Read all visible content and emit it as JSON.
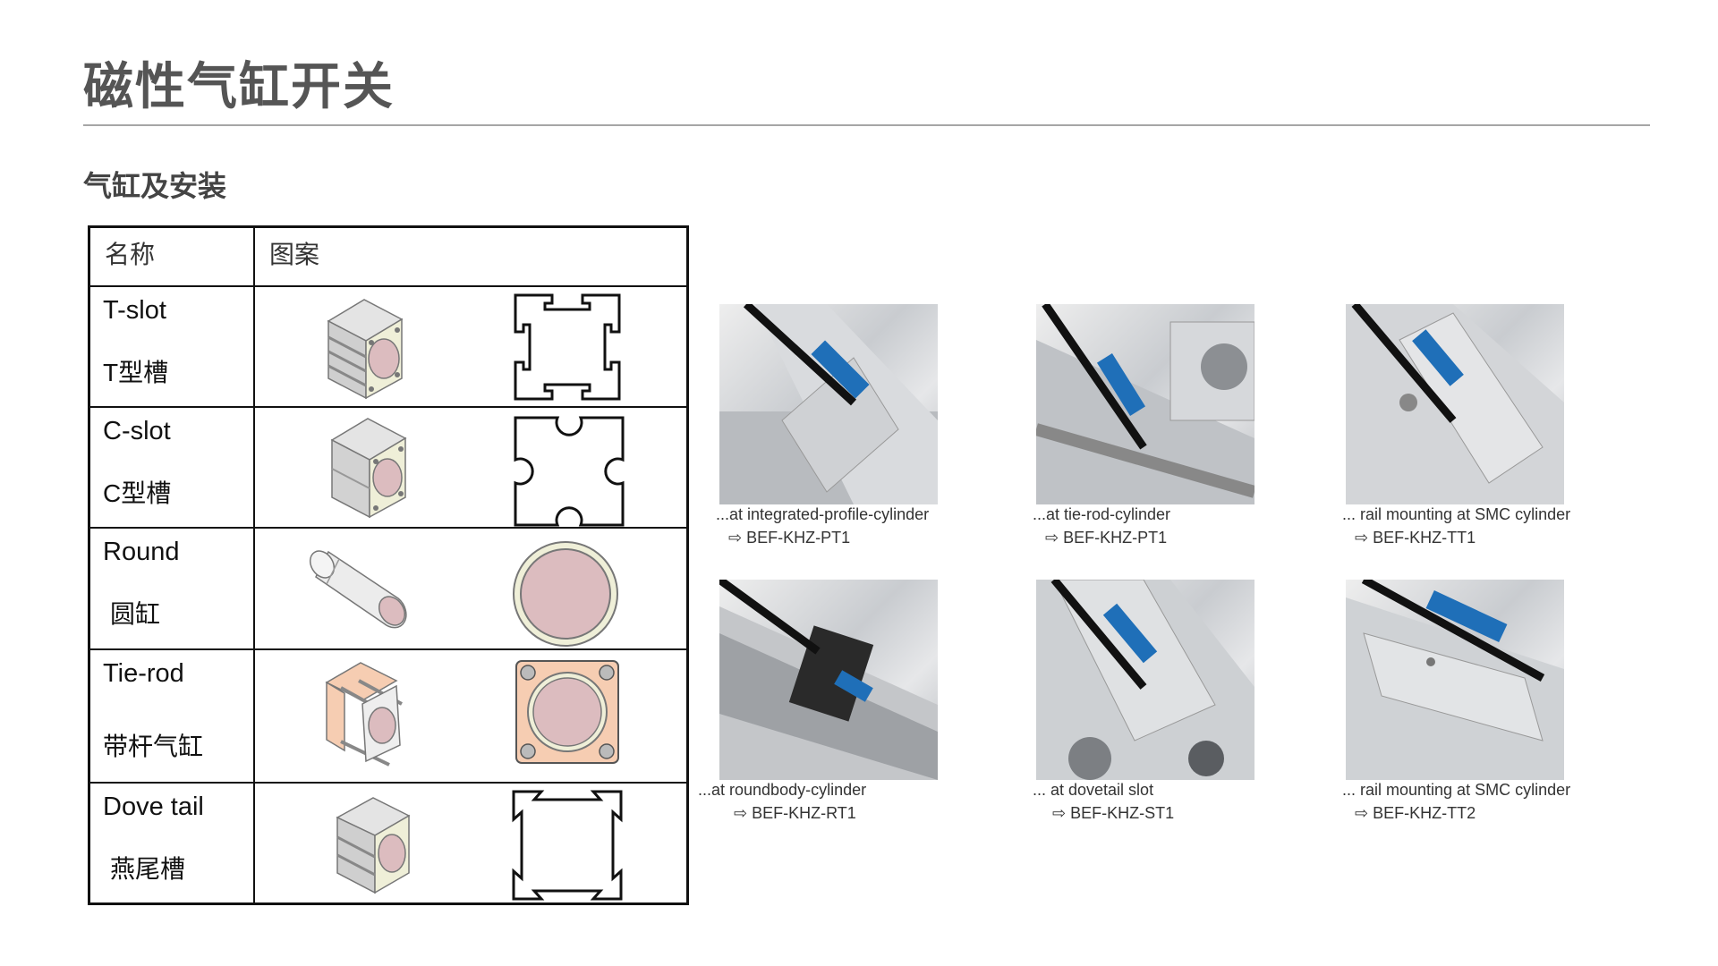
{
  "page": {
    "title": "磁性气缸开关",
    "subtitle": "气缸及安装"
  },
  "table": {
    "headers": [
      "名称",
      "图案"
    ],
    "rows": [
      {
        "name_en": "T-slot",
        "name_zh": "T型槽",
        "icon": "t-slot-cylinder"
      },
      {
        "name_en": "C-slot",
        "name_zh": "C型槽",
        "icon": "c-slot-cylinder"
      },
      {
        "name_en": "Round",
        "name_zh": "圆缸",
        "icon": "round-cylinder"
      },
      {
        "name_en": "Tie-rod",
        "name_zh": "带杆气缸",
        "icon": "tie-rod-cylinder"
      },
      {
        "name_en": "Dove tail",
        "name_zh": "燕尾槽",
        "icon": "dove-tail-cylinder"
      }
    ]
  },
  "photos": [
    {
      "caption": "...at integrated-profile-cylinder",
      "code": "⇨ BEF-KHZ-PT1"
    },
    {
      "caption": "...at tie-rod-cylinder",
      "code": "⇨ BEF-KHZ-PT1"
    },
    {
      "caption": "... rail mounting at SMC cylinder",
      "code": "⇨ BEF-KHZ-TT1"
    },
    {
      "caption": "...at roundbody-cylinder",
      "code": "⇨ BEF-KHZ-RT1"
    },
    {
      "caption": "... at dovetail slot",
      "code": "⇨ BEF-KHZ-ST1"
    },
    {
      "caption": "... rail mounting at SMC cylinder",
      "code": "⇨ BEF-KHZ-TT2"
    }
  ],
  "colors": {
    "bore_fill": "#dcbcbf",
    "end_plate": "#f0f0d8",
    "tie_rod_plate": "#f6cdb2",
    "sensor_blue": "#1f6fb8",
    "photo_metal": "#c9ccd0"
  }
}
